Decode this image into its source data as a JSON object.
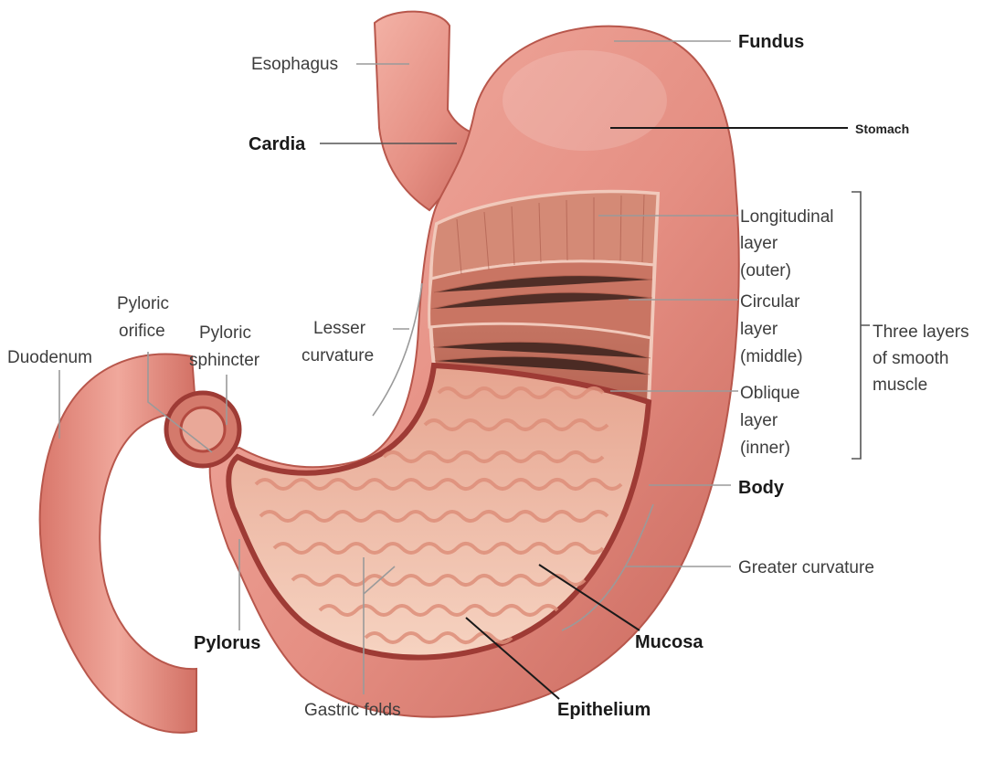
{
  "labels": {
    "esophagus": "Esophagus",
    "fundus": "Fundus",
    "cardia": "Cardia",
    "stomach": "Stomach",
    "longitudinal": [
      "Longitudinal",
      "layer",
      "(outer)"
    ],
    "circular": [
      "Circular",
      "layer",
      "(middle)"
    ],
    "oblique": [
      "Oblique",
      "layer",
      "(inner)"
    ],
    "three_layers": [
      "Three layers",
      "of smooth",
      "muscle"
    ],
    "pyloric_orifice": [
      "Pyloric",
      "orifice"
    ],
    "pyloric_sphincter": [
      "Pyloric",
      "sphincter"
    ],
    "lesser_curvature": [
      "Lesser",
      "curvature"
    ],
    "duodenum": "Duodenum",
    "body": "Body",
    "greater_curvature": "Greater curvature",
    "mucosa": "Mucosa",
    "pylorus": "Pylorus",
    "gastric_folds": "Gastric folds",
    "epithelium": "Epithelium"
  },
  "colors": {
    "tissue": "#e8958a",
    "tissue_dark": "#c8675d",
    "muscle": "#c77565",
    "lining": "#f2c4b3",
    "fold": "#e39a86",
    "rim": "#9e3b35"
  }
}
